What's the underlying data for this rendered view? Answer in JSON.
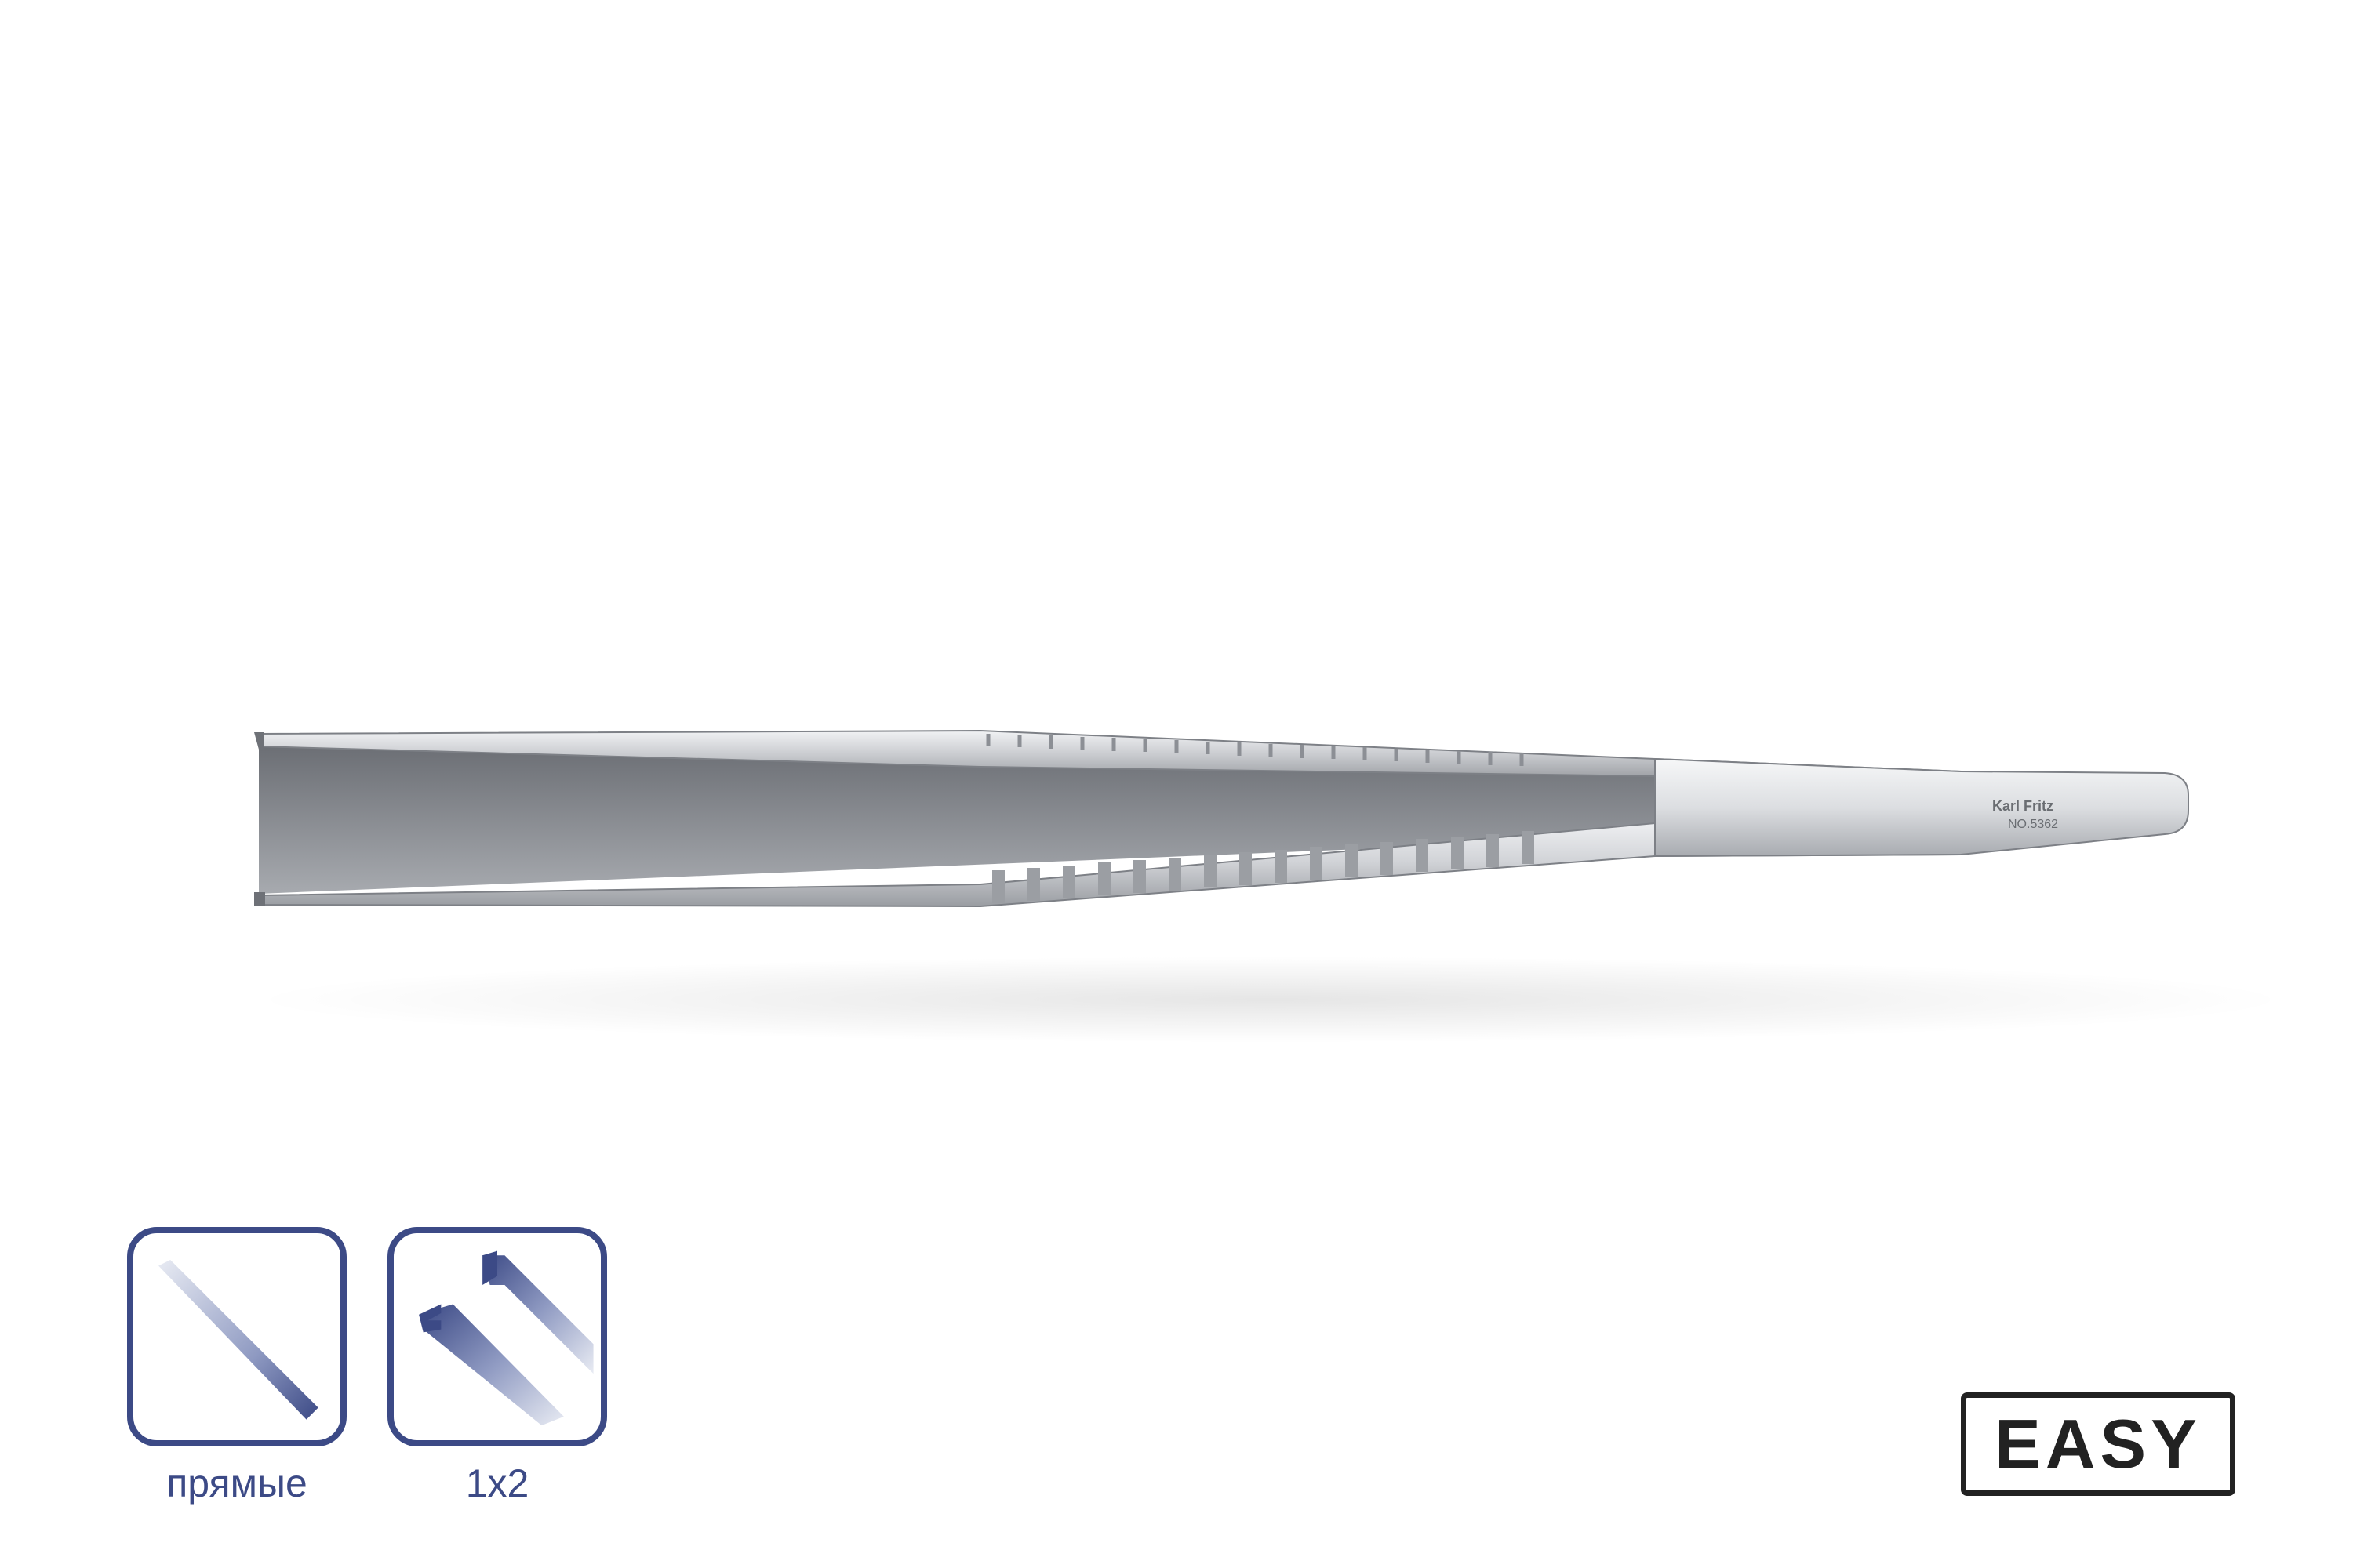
{
  "product": {
    "brand_engraving": "Karl Fritz",
    "model_engraving": "NO.5362"
  },
  "features": [
    {
      "icon": "straight-tip-icon",
      "caption": "прямые"
    },
    {
      "icon": "tooth-1x2-icon",
      "caption": "1x2"
    }
  ],
  "badge": {
    "label": "EASY"
  },
  "colors": {
    "icon_accent": "#3c4a86",
    "badge_border": "#222222",
    "steel_light": "#eeeff1",
    "steel_dark": "#8a8d93"
  }
}
